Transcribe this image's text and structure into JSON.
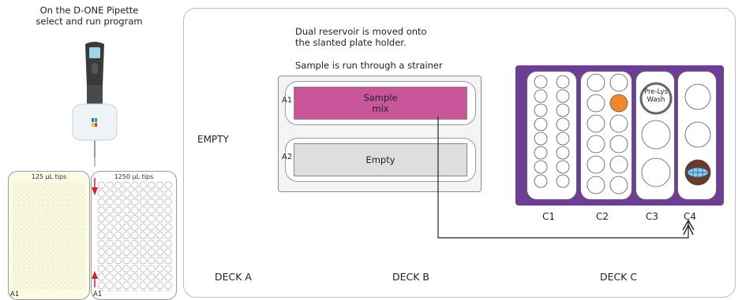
{
  "instruction": {
    "line1": "On the D-ONE Pipette",
    "line2": "select and run program"
  },
  "deck_a": {
    "label": "DECK A",
    "tipbox_left": {
      "title": "125 µL tips",
      "corner": "A1"
    },
    "tipbox_right": {
      "title": "1250 µL tips",
      "corner": "A1"
    }
  },
  "deck_b": {
    "label": "DECK B",
    "status": "EMPTY",
    "note1_line1": "Dual reservoir is moved onto",
    "note1_line2": "the slanted plate holder.",
    "note2": "Sample is run through a strainer",
    "reservoir": {
      "a1": {
        "label": "A1",
        "content_line1": "Sample",
        "content_line2": "mix"
      },
      "a2": {
        "label": "A2",
        "content": "Empty"
      }
    }
  },
  "deck_c": {
    "label": "DECK C",
    "columns": [
      "C1",
      "C2",
      "C3",
      "C4"
    ],
    "c3_tube_line1": "Pre-Lys",
    "c3_tube_line2": "Wash"
  },
  "colors": {
    "sample_fill": "#c9559b",
    "empty_fill": "#dedede",
    "rack": "#6e3d96",
    "orange_tube": "#ee8a2b",
    "arrow_red": "#cc2222",
    "tipbox_left_fill": "#fcfbe6"
  }
}
